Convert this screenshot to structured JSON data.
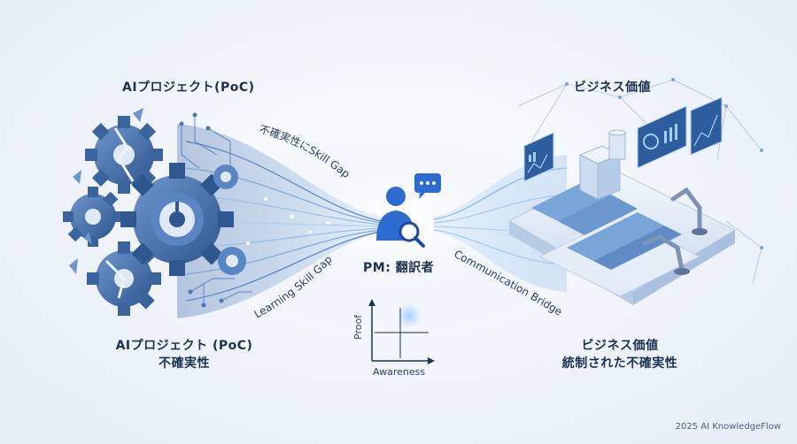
{
  "left": {
    "top_label": "AIプロジェクト(PoC)",
    "bottom_label_line1": "AIプロジェクト (PoC)",
    "bottom_label_line2": "不確実性"
  },
  "right": {
    "top_label": "ビジネス価値",
    "bottom_label_line1": "ビジネス価値",
    "bottom_label_line2": "統制された不確実性"
  },
  "center": {
    "pm_label": "PM: 翻訳者"
  },
  "flows": {
    "upper_left_text": "不確実性にSkill Gap",
    "lower_left_text": "Learning Skill Gap",
    "right_text": "Communication Bridge"
  },
  "matrix": {
    "y_label": "Proof",
    "x_label": "Awareness"
  },
  "footer": "2025 AI KnowledgeFlow",
  "colors": {
    "navy": "#1d3150",
    "gear_blue": "#3e6aa8",
    "flow_blue": "#7fb2e5",
    "accent": "#2e6bd0"
  }
}
